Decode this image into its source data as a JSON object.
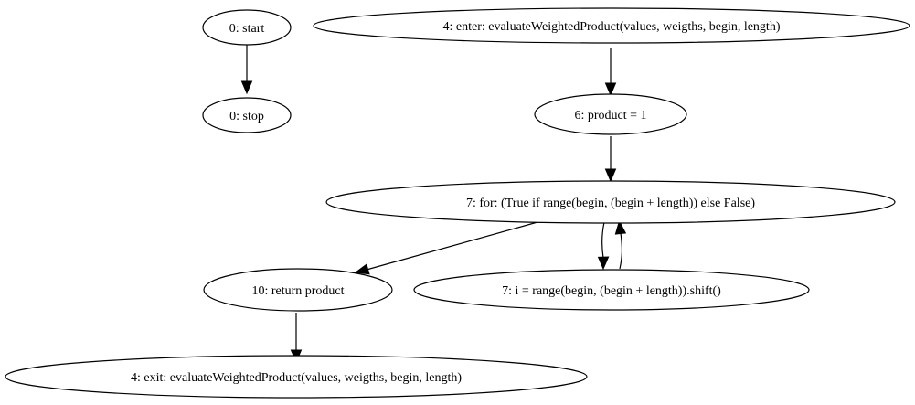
{
  "graph": {
    "nodes": [
      {
        "id": "start",
        "label": "0: start"
      },
      {
        "id": "stop",
        "label": "0: stop"
      },
      {
        "id": "enter",
        "label": "4: enter: evaluateWeightedProduct(values, weigths, begin, length)"
      },
      {
        "id": "product",
        "label": "6: product = 1"
      },
      {
        "id": "for",
        "label": "7: for: (True if range(begin, (begin + length)) else False)"
      },
      {
        "id": "ret",
        "label": "10: return product"
      },
      {
        "id": "shift",
        "label": "7: i = range(begin, (begin + length)).shift()"
      },
      {
        "id": "exit",
        "label": "4: exit: evaluateWeightedProduct(values, weigths, begin, length)"
      }
    ],
    "edges": [
      {
        "from": "start",
        "to": "stop"
      },
      {
        "from": "enter",
        "to": "product"
      },
      {
        "from": "product",
        "to": "for"
      },
      {
        "from": "for",
        "to": "ret"
      },
      {
        "from": "for",
        "to": "shift"
      },
      {
        "from": "shift",
        "to": "for"
      },
      {
        "from": "ret",
        "to": "exit"
      }
    ]
  }
}
